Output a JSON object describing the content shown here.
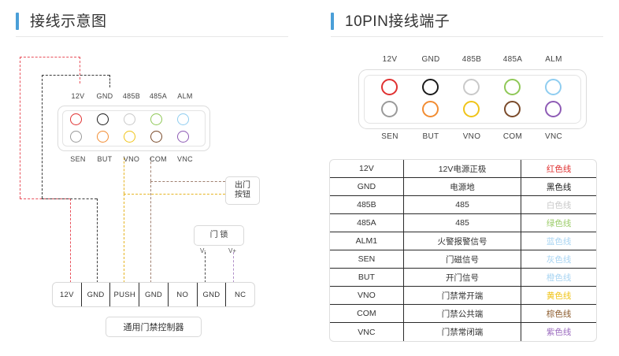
{
  "sections": {
    "left": {
      "title": "接线示意图",
      "accent": "#4a9fd8"
    },
    "right": {
      "title": "10PIN接线端子",
      "accent": "#4a9fd8"
    }
  },
  "connector": {
    "top_labels": [
      "12V",
      "GND",
      "485B",
      "485A",
      "ALM"
    ],
    "bottom_labels": [
      "SEN",
      "BUT",
      "VNO",
      "COM",
      "VNC"
    ],
    "top_pin_colors": [
      "#e03131",
      "#1a1a1a",
      "#c9c9c9",
      "#8fc857",
      "#8fcdf0"
    ],
    "bottom_pin_colors": [
      "#9a9a9a",
      "#f28c32",
      "#f0c419",
      "#7a4a2a",
      "#8e5bb5"
    ]
  },
  "left_diagram": {
    "terminal_strip": [
      "12V",
      "GND",
      "PUSH",
      "GND",
      "NO",
      "GND",
      "NC"
    ],
    "controller_label": "通用门禁控制器",
    "exit_button_label": "出门\n按钮",
    "exit_button_line1": "出门",
    "exit_button_line2": "按钮",
    "door_lock_label": "门 锁",
    "lock_pin_minus": "V-",
    "lock_pin_plus": "V+",
    "wire_colors": {
      "v12": "#e8505b",
      "gnd": "#3a3a3a",
      "push": "#e6b422",
      "no": "#a08070",
      "gnd2": "#4a4a4a",
      "nc": "#b08ec8"
    }
  },
  "spec_table": {
    "rows": [
      {
        "pin": "12V",
        "desc": "12V电源正极",
        "wire": "红色线",
        "wire_color": "#e03131"
      },
      {
        "pin": "GND",
        "desc": "电源地",
        "wire": "黑色线",
        "wire_color": "#1a1a1a"
      },
      {
        "pin": "485B",
        "desc": "485",
        "wire": "白色线",
        "wire_color": "#c9c9c9"
      },
      {
        "pin": "485A",
        "desc": "485",
        "wire": "绿色线",
        "wire_color": "#9ccc6a"
      },
      {
        "pin": "ALM1",
        "desc": "火警报警信号",
        "wire": "蓝色线",
        "wire_color": "#a8d4f2"
      },
      {
        "pin": "SEN",
        "desc": "门磁信号",
        "wire": "灰色线",
        "wire_color": "#a8d4f2"
      },
      {
        "pin": "BUT",
        "desc": "开门信号",
        "wire": "橙色线",
        "wire_color": "#a8d4f2"
      },
      {
        "pin": "VNO",
        "desc": "门禁常开端",
        "wire": "黄色线",
        "wire_color": "#f0c419"
      },
      {
        "pin": "COM",
        "desc": "门禁公共端",
        "wire": "棕色线",
        "wire_color": "#8b5a2b"
      },
      {
        "pin": "VNC",
        "desc": "门禁常闭端",
        "wire": "紫色线",
        "wire_color": "#9b6bbf"
      }
    ]
  }
}
